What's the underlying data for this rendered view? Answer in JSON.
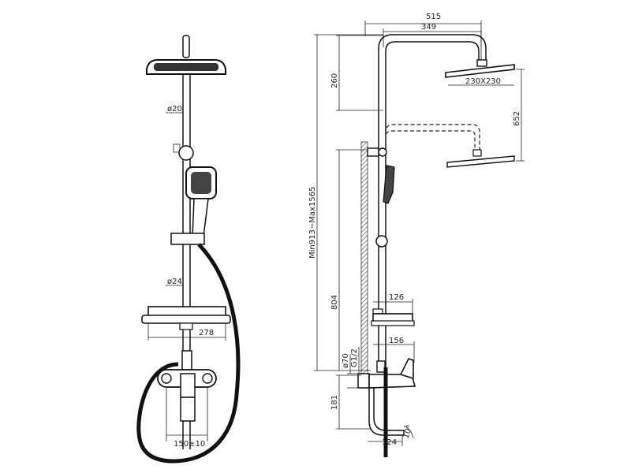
{
  "front_view": {
    "pipe_top_diameter": "ø20",
    "pipe_bottom_diameter": "ø24",
    "shelf_width": "278",
    "mixer_center_distance": "150±10"
  },
  "side_view": {
    "overall_width": "515",
    "arm_length": "349",
    "head_height": "260",
    "head_size": "230X230",
    "head_adjust": "652",
    "height_range": "Min913~Max1565",
    "lower_height": "804",
    "shelf_depth": "126",
    "mixer_depth": "156",
    "wall_diameter": "ø70",
    "thread": "G1/2",
    "outlet_height": "181",
    "spout_length": "124",
    "spout_angle": "10°"
  },
  "colors": {
    "line": "#111111",
    "hose": "#111111",
    "wall_hatch": "#555555"
  }
}
